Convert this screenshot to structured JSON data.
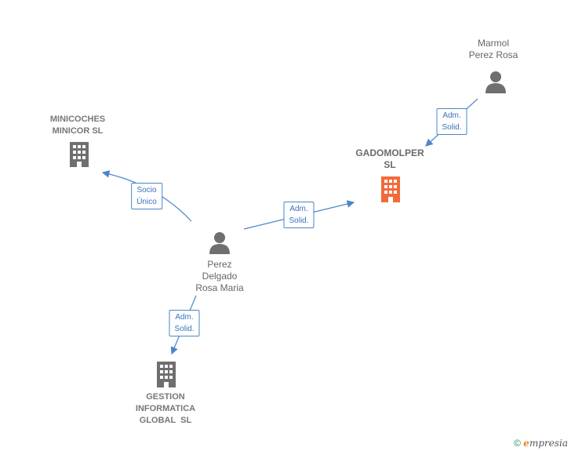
{
  "nodes": {
    "minicoches": {
      "label": "MINICOCHES\nMINICOR SL",
      "kind": "company"
    },
    "gadomolper": {
      "label": "GADOMOLPER\nSL",
      "kind": "company-main"
    },
    "gestion": {
      "label": "GESTION\nINFORMATICA\nGLOBAL  SL",
      "kind": "company"
    },
    "perez": {
      "label": "Perez\nDelgado\nRosa Maria",
      "kind": "person"
    },
    "marmol": {
      "label": "Marmol\nPerez Rosa",
      "kind": "person"
    }
  },
  "edges": [
    {
      "id": "socio",
      "label": "Socio\nÚnico"
    },
    {
      "id": "adm-main",
      "label": "Adm.\nSolid."
    },
    {
      "id": "adm-marmol",
      "label": "Adm.\nSolid."
    },
    {
      "id": "adm-gestion",
      "label": "Adm.\nSolid."
    }
  ],
  "colors": {
    "company": "#6f6f6f",
    "company_main": "#f26a3a",
    "person": "#6f6f6f",
    "edge": "#4a86c8"
  },
  "footer": {
    "copyright": "©",
    "brand_initial": "e",
    "brand_rest": "mpresia"
  }
}
